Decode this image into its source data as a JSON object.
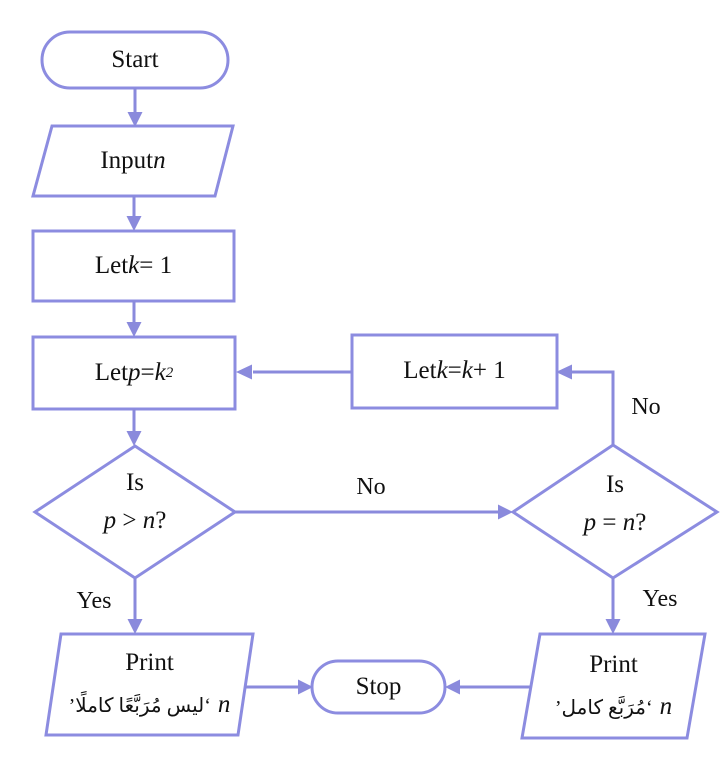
{
  "colors": {
    "accent": "#8c8ce0",
    "arrow": "#8a8adc",
    "text": "#111111",
    "background": "#ffffff"
  },
  "nodes": {
    "start": {
      "label": "Start"
    },
    "input": {
      "pre": "Input ",
      "var": "n"
    },
    "let_k": {
      "pre": "Let ",
      "var": "k",
      "post": " = 1"
    },
    "let_p": {
      "pre": "Let ",
      "var": "p",
      "mid": " = ",
      "var2": "k",
      "sup": "2"
    },
    "inc_k": {
      "pre": "Let ",
      "var": "k",
      "mid": " = ",
      "var2": "k",
      "post": " + 1"
    },
    "dec_left": {
      "line1": "Is",
      "var1": "p",
      "op": " > ",
      "var2": "n",
      "q": "?"
    },
    "dec_right": {
      "line1": "Is",
      "var1": "p",
      "op": " = ",
      "var2": "n",
      "q": "?"
    },
    "print_left": {
      "line1": "Print",
      "quoted": "‘ليس‎ مُرَبَّعًا‎ كاملًا‎’",
      "var": "n"
    },
    "print_right": {
      "line1": "Print",
      "quoted": "‘مُرَبَّع‎ كامل‎’",
      "var": "n"
    },
    "stop": {
      "label": "Stop"
    }
  },
  "edge_labels": {
    "yes_left": "Yes",
    "no_mid": "No",
    "no_top": "No",
    "yes_right": "Yes"
  }
}
